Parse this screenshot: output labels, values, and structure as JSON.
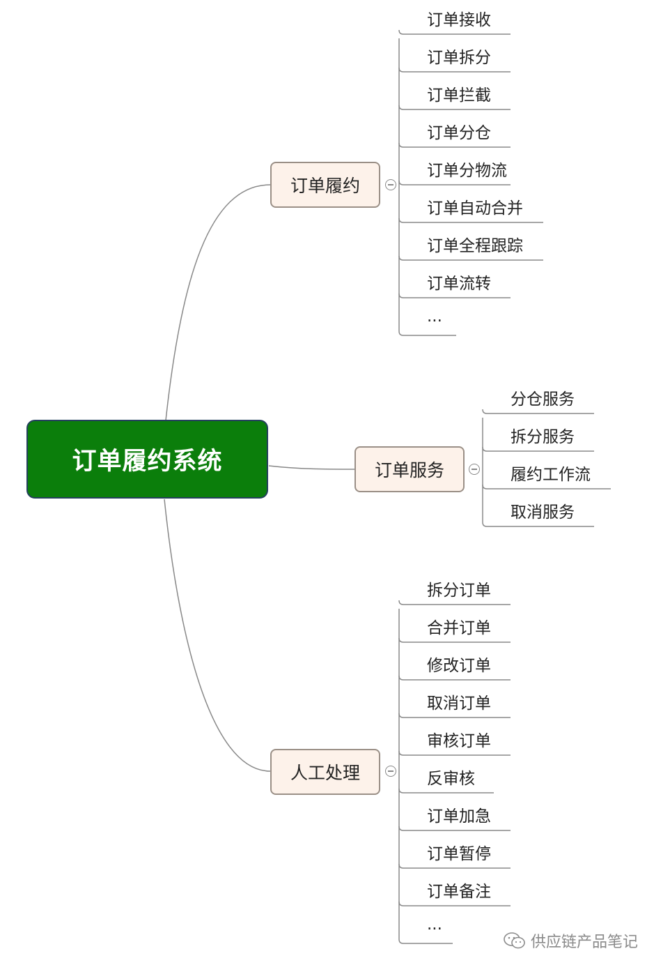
{
  "root": {
    "label": "订单履约系统"
  },
  "branches": [
    {
      "label": "订单履约",
      "children": [
        "订单接收",
        "订单拆分",
        "订单拦截",
        "订单分仓",
        "订单分物流",
        "订单自动合并",
        "订单全程跟踪",
        "订单流转",
        "..."
      ]
    },
    {
      "label": "订单服务",
      "children": [
        "分仓服务",
        "拆分服务",
        "履约工作流",
        "取消服务"
      ]
    },
    {
      "label": "人工处理",
      "children": [
        "拆分订单",
        "合并订单",
        "修改订单",
        "取消订单",
        "审核订单",
        "反审核",
        "订单加急",
        "订单暂停",
        "订单备注",
        "..."
      ]
    }
  ],
  "watermark": {
    "text": "供应链产品笔记",
    "icon": "wechat-icon"
  },
  "colors": {
    "root_fill": "#0b7e0b",
    "branch_fill": "#fdf2ea",
    "line": "#888888"
  }
}
